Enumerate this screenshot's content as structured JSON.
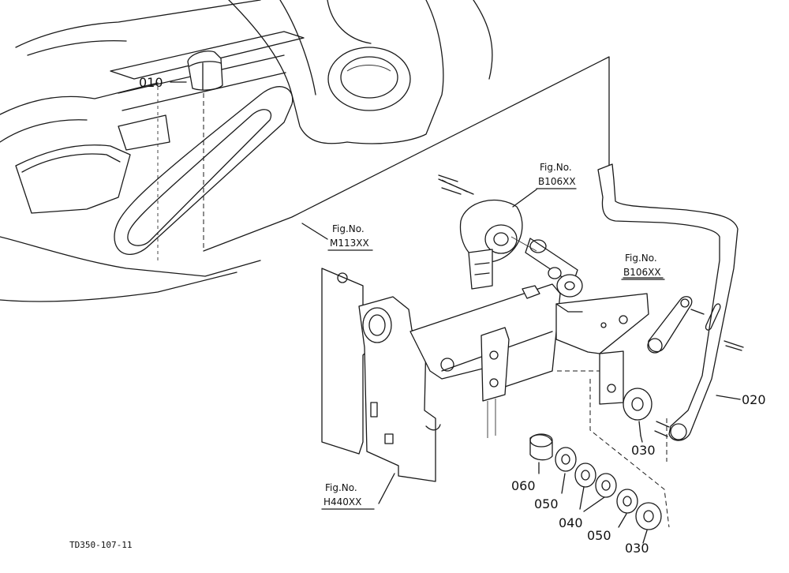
{
  "parts": [
    {
      "id": "p010",
      "number": "010"
    },
    {
      "id": "p020",
      "number": "020"
    },
    {
      "id": "p030a",
      "number": "030"
    },
    {
      "id": "p030b",
      "number": "030"
    },
    {
      "id": "p040",
      "number": "040"
    },
    {
      "id": "p050a",
      "number": "050"
    },
    {
      "id": "p050b",
      "number": "050"
    },
    {
      "id": "p060",
      "number": "060"
    }
  ],
  "figure_refs": [
    {
      "title": "Fig.No.",
      "code": "B106XX"
    },
    {
      "title": "Fig.No.",
      "code": "M113XX"
    },
    {
      "title": "Fig.No.",
      "code": "B106XX"
    },
    {
      "title": "Fig.No.",
      "code": "H440XX"
    }
  ],
  "drawing_id": "TD350-107-11"
}
